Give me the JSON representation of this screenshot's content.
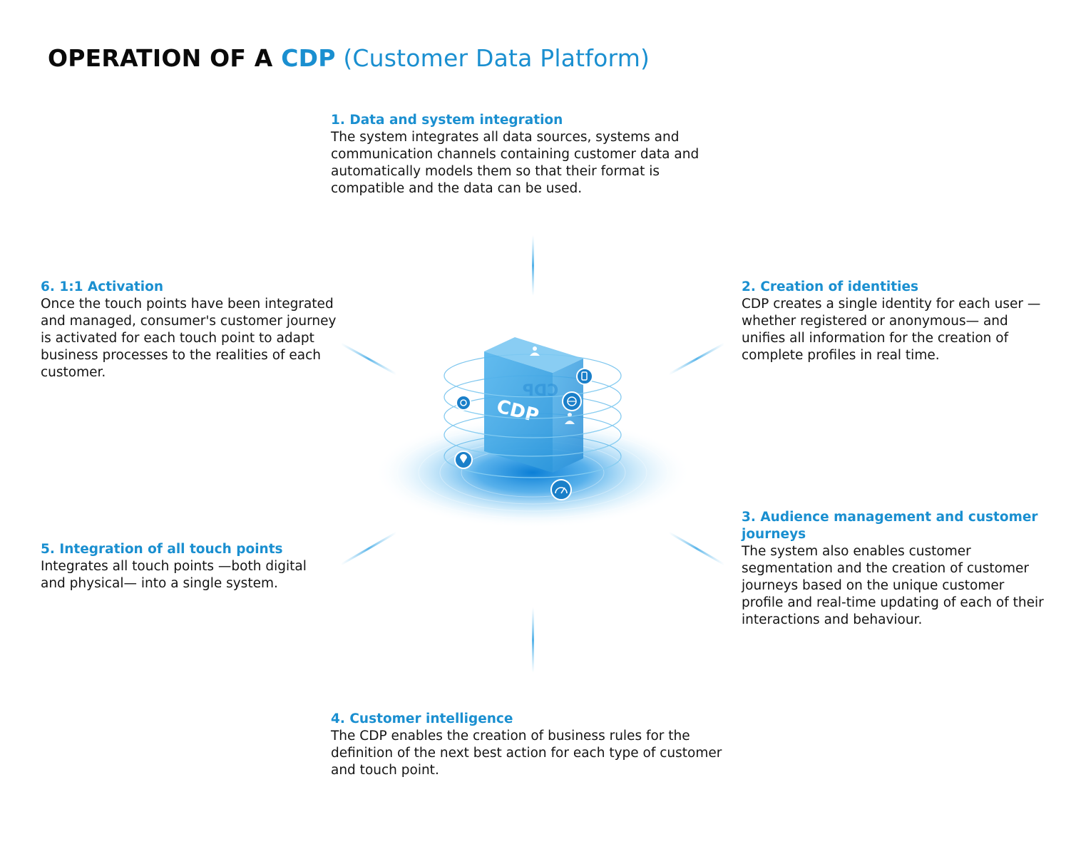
{
  "title": {
    "part1": "OPERATION OF A ",
    "part2": "CDP",
    "part3": " (Customer Data Platform)"
  },
  "center": {
    "label": "CDP"
  },
  "steps": [
    {
      "heading": "1. Data and system integration",
      "body": "The system integrates all data sources, systems and communication channels containing customer data and automatically models them so that their format is compatible and the data can be used."
    },
    {
      "heading": "2. Creation of identities",
      "body": "CDP creates a single identity for each user —whether registered or anonymous— and unifies all information for the creation of complete profiles in real time."
    },
    {
      "heading": "3. Audience management and customer journeys",
      "body": "The system also enables customer segmentation and the creation of customer journeys based on the unique customer profile and real-time updating of each of their interactions and behaviour."
    },
    {
      "heading": "4. Customer intelligence",
      "body": "The CDP enables the creation of business rules for the definition of the next best action for each type of customer and touch point."
    },
    {
      "heading": "5. Integration of all touch points",
      "body": "Integrates all touch points —both digital and physical— into a single system."
    },
    {
      "heading": "6. 1:1 Activation",
      "body": "Once the touch points have been integrated and managed, consumer's customer journey is activated for each touch point to adapt business processes to the realities of each customer."
    }
  ],
  "colors": {
    "accent": "#1a8fd0",
    "text": "#141414",
    "cube": "#3fa9e6"
  }
}
